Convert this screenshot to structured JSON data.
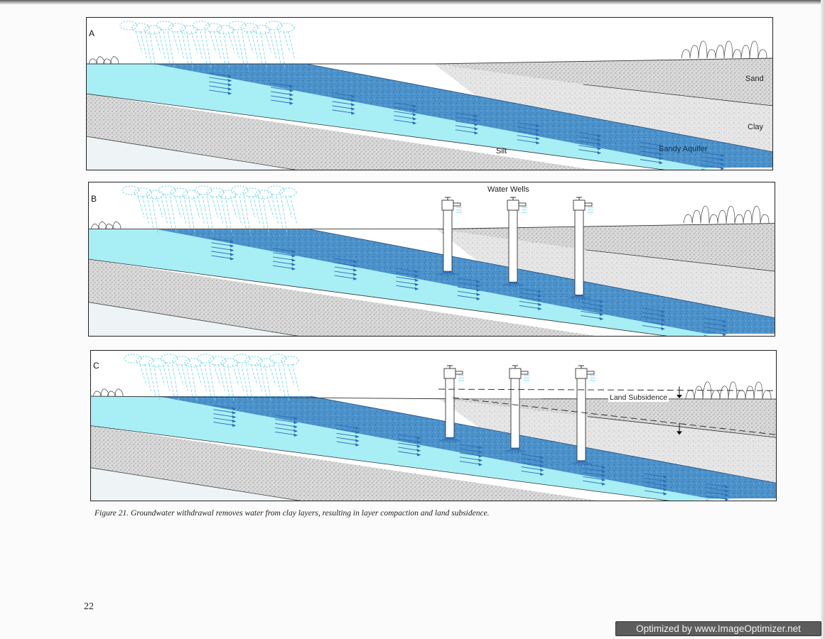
{
  "panels": [
    {
      "letter": "A",
      "wells": false,
      "subsidence": false,
      "labels": {
        "sand": "Sand",
        "clay": "Clay",
        "silt": "Silt",
        "aquifer": "Sandy Aquifer"
      }
    },
    {
      "letter": "B",
      "wells": true,
      "subsidence": false,
      "labels": {
        "water_wells": "Water Wells"
      }
    },
    {
      "letter": "C",
      "wells": true,
      "subsidence": true,
      "labels": {
        "land_subsidence": "Land Subsidence"
      }
    }
  ],
  "caption": "Figure 21.  Groundwater withdrawal removes water from clay layers, resulting in layer compaction and land subsidence.",
  "page_number": "22",
  "watermark": "Optimized by www.ImageOptimizer.net",
  "colors": {
    "silt": "#a8eef5",
    "aquifer": "#4a8fc9",
    "sand": "#d4d4d4",
    "flow_arrow": "#2a6fb5",
    "rain": "#7fd7e6"
  }
}
